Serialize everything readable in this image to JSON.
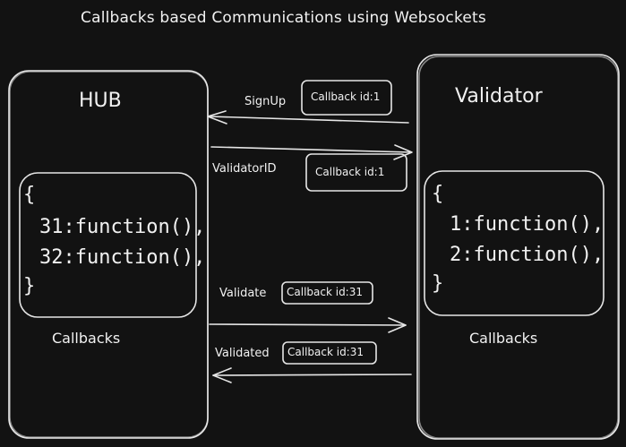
{
  "title": "Callbacks based Communications using Websockets",
  "hub": {
    "label": "HUB",
    "callbacks_label": "Callbacks",
    "code_lines": [
      "{",
      "31:function(),",
      "32:function(),",
      "}"
    ]
  },
  "validator": {
    "label": "Validator",
    "callbacks_label": "Callbacks",
    "code_lines": [
      "{",
      "1:function(),",
      "2:function(),",
      "}"
    ]
  },
  "messages": [
    {
      "label": "SignUp",
      "callback": "Callback id:1",
      "direction": "to-hub"
    },
    {
      "label": "ValidatorID",
      "callback": "Callback id:1",
      "direction": "to-validator"
    },
    {
      "label": "Validate",
      "callback": "Callback id:31",
      "direction": "to-validator"
    },
    {
      "label": "Validated",
      "callback": "Callback id:31",
      "direction": "to-hub"
    }
  ],
  "colors": {
    "background": "#121212",
    "stroke": "#e6e6e6",
    "text": "#f1f1f1"
  }
}
